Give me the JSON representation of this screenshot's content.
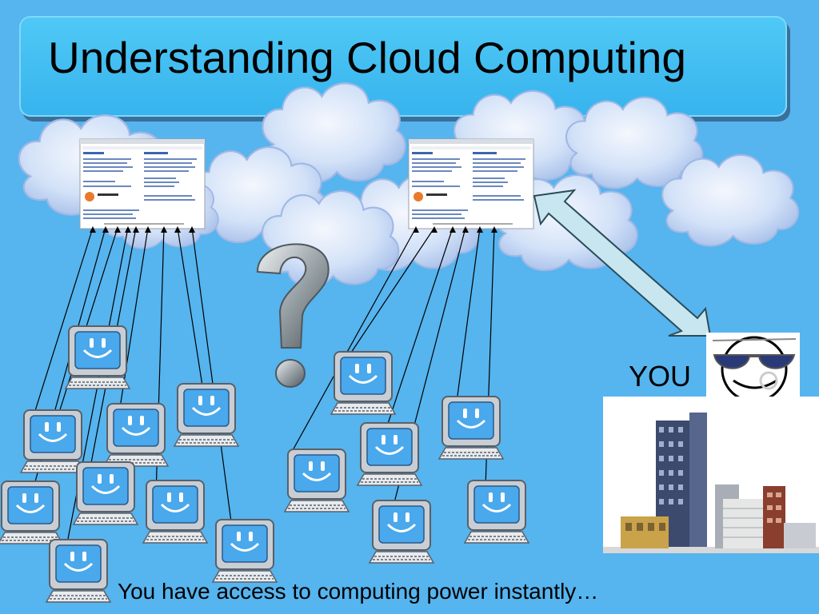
{
  "slide": {
    "title": "Understanding Cloud Computing",
    "you_label": "YOU",
    "caption": "You have access to computing power instantly…"
  },
  "icons": {
    "clouds": "cloud-icon",
    "web_servers": "web-page-screenshot-icon",
    "computers": "smiley-computer-icon",
    "question": "question-mark-icon",
    "face": "sunglasses-smiley-icon",
    "building": "building-icon",
    "arrow": "double-arrow-icon"
  },
  "colors": {
    "background": "#56b4ee",
    "title_box": "#3fbdf2",
    "cloud_fill": "#cfe0f7",
    "cloud_shade": "#a9c2ec",
    "arrow_fill": "#c7e6f0",
    "monitor_screen": "#4aa8ec"
  }
}
